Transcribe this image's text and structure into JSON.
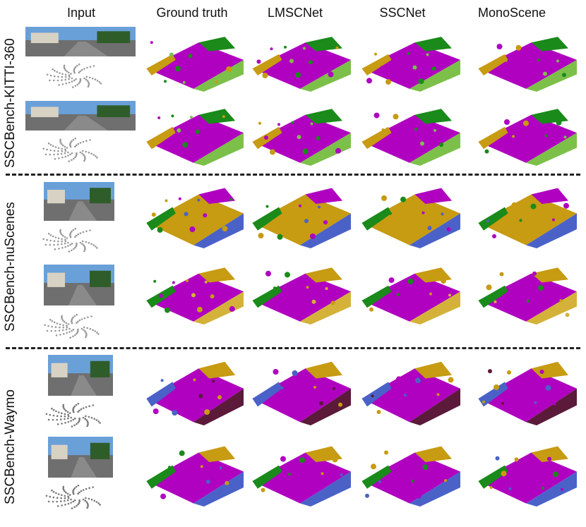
{
  "column_headers": [
    "Input",
    "Ground truth",
    "LMSCNet",
    "SSCNet",
    "MonoScene"
  ],
  "row_groups": [
    {
      "label": "SSCBench-KITTI-360"
    },
    {
      "label": "SSCBench-nuScenes"
    },
    {
      "label": "SSCBench-Waymo"
    }
  ],
  "colors": {
    "road": "#b000c0",
    "vegetation": "#1a8a1a",
    "building": "#c79b12",
    "terrain": "#7cc04a",
    "car": "#4a62c8",
    "pole": "#d4b23a",
    "dark": "#5b1a3a",
    "pointcloud": "#9a9a9a",
    "sky": "#6aa0d8"
  }
}
